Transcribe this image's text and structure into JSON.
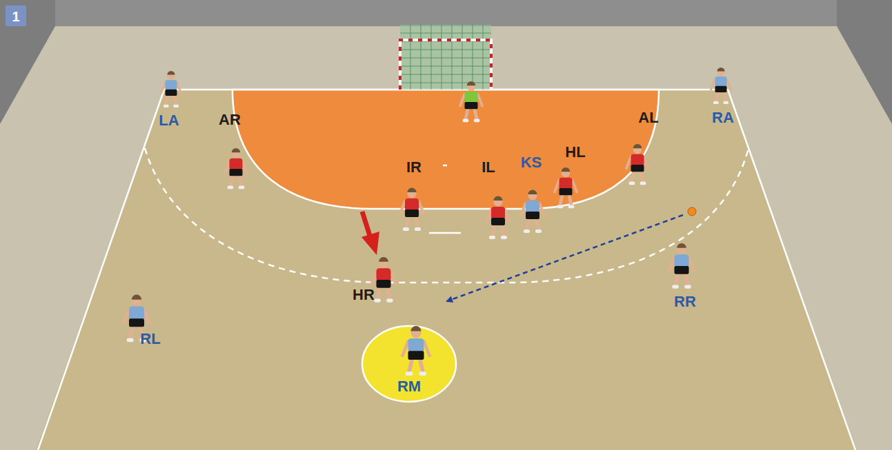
{
  "diagram": {
    "nodes": [
      {
        "text": [
          "1"
        ]
      },
      {
        "text": [
          "RM"
        ]
      }
    ],
    "labels": [
      "LA",
      "AR",
      "IR",
      "IL",
      "KS",
      "HL",
      "AL",
      "RA",
      "RL",
      "HR",
      "RR"
    ]
  }
}
